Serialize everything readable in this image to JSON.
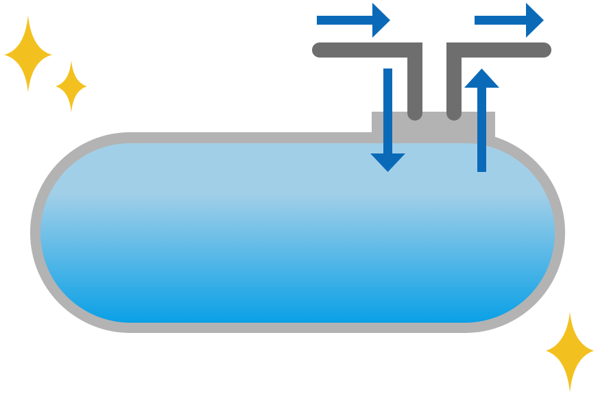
{
  "diagram": {
    "subject": "tank",
    "palette": {
      "background": "#ffffff",
      "tank_shell": "#b3b3b3",
      "tank_liquid_top": "#a2cfe8",
      "tank_liquid_bottom": "#0aa0e6",
      "pipe": "#6e6e6e",
      "arrow": "#0b6ab8",
      "sparkle": "#f3c11f"
    },
    "elements": {
      "tank": {
        "icon": "tank-body"
      },
      "pipes": [
        {
          "name": "outlet-pipe",
          "icon": "elbow-pipe"
        },
        {
          "name": "inlet-pipe",
          "icon": "elbow-pipe"
        }
      ],
      "arrows": [
        {
          "name": "flow-arrow-top-left",
          "icon": "arrow-right-icon"
        },
        {
          "name": "flow-arrow-top-right",
          "icon": "arrow-right-icon"
        },
        {
          "name": "flow-arrow-down-into-tank",
          "icon": "arrow-down-icon"
        },
        {
          "name": "flow-arrow-up-out-of-tank",
          "icon": "arrow-up-icon"
        }
      ],
      "sparkles": [
        {
          "name": "sparkle-large-top-left",
          "icon": "sparkle-icon"
        },
        {
          "name": "sparkle-small-top-left",
          "icon": "sparkle-icon"
        },
        {
          "name": "sparkle-bottom-right",
          "icon": "sparkle-icon"
        }
      ]
    }
  }
}
